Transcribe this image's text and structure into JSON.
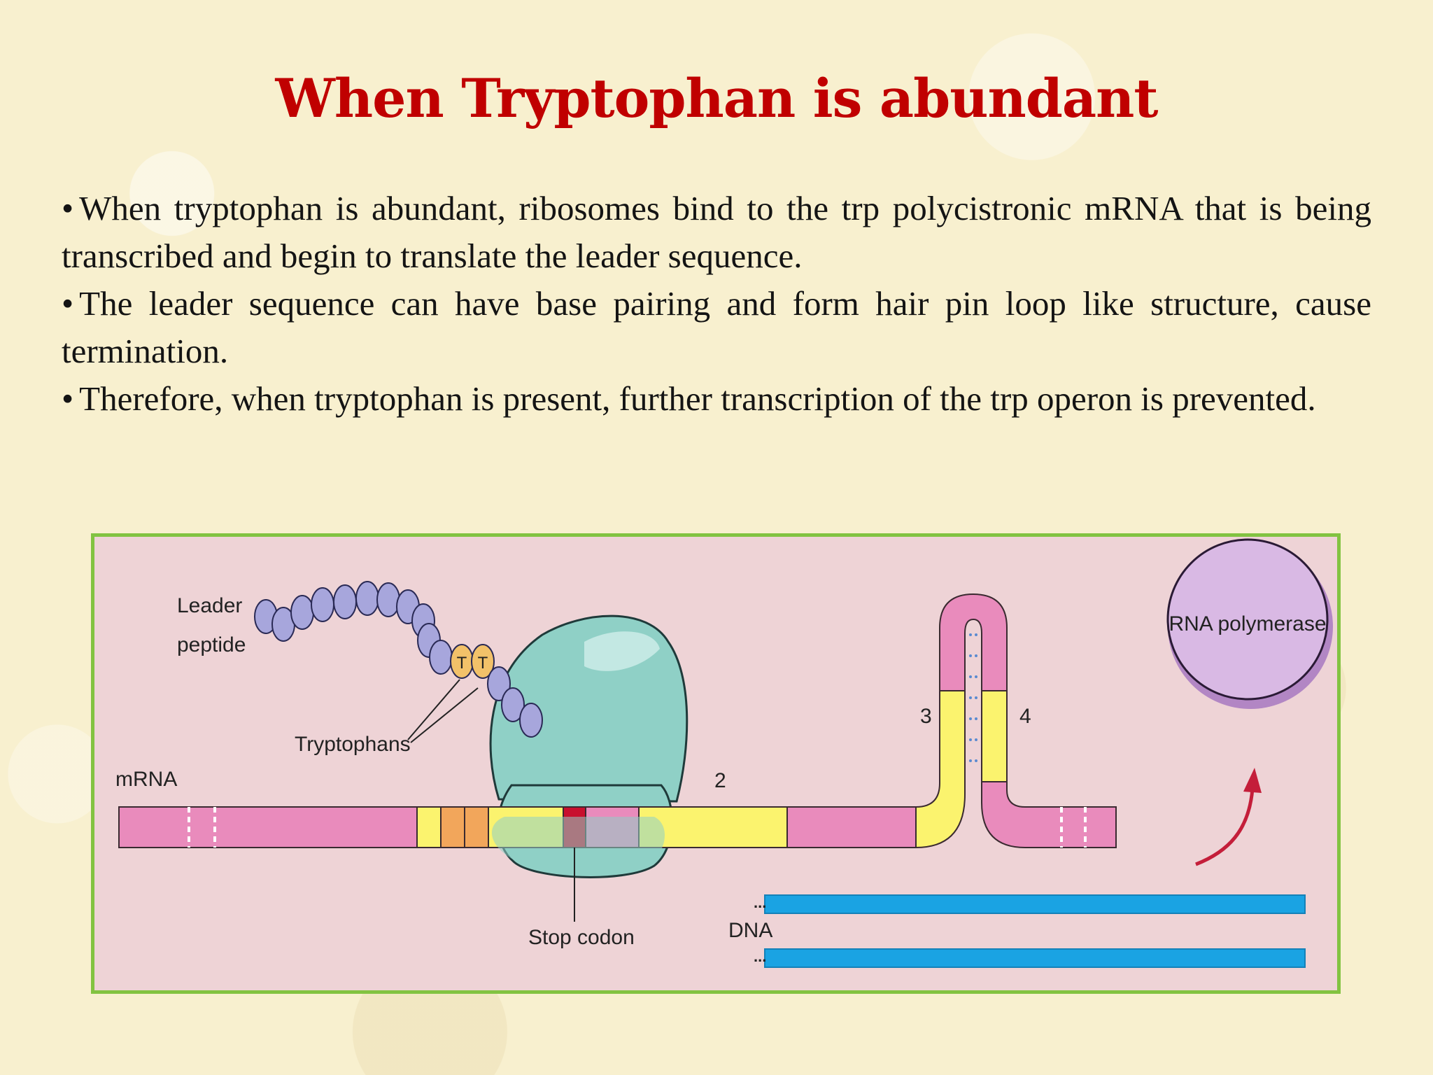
{
  "title": "When Tryptophan is abundant",
  "bullets": [
    {
      "marker": "•",
      "text": "When tryptophan is abundant, ribosomes bind to the trp polycistronic mRNA that is being transcribed and begin to translate the leader sequence."
    },
    {
      "marker": "•",
      "text": "The leader sequence can have base pairing and form hair pin loop like structure, cause termination."
    },
    {
      "marker": "•",
      "text": "Therefore, when tryptophan is present, further transcription of the trp operon is prevented."
    }
  ],
  "diagram": {
    "labels": {
      "leader_peptide_line1": "Leader",
      "leader_peptide_line2": "peptide",
      "tryptophans": "Tryptophans",
      "mrna": "mRNA",
      "region_2": "2",
      "region_3": "3",
      "region_4": "4",
      "rna_polymerase": "RNA polymerase",
      "stop_codon": "Stop codon",
      "dna": "DNA",
      "trp_residue_1": "T",
      "trp_residue_2": "T",
      "dna_ellipsis_top": "...",
      "dna_ellipsis_bottom": "..."
    },
    "colors": {
      "background": "#eed3d6",
      "border": "#82c341",
      "mrna_pink": "#e98bbc",
      "region_yellow": "#fbf36e",
      "region_orange": "#f2a65b",
      "stop_codon_red": "#c8102e",
      "ribosome_teal": "#8fd0c6",
      "peptide_lavender": "#a7a6dc",
      "tryptophan_gold": "#f2c169",
      "rna_polymerase_purple": "#d9b9e4",
      "dna_blue": "#1aa3e3",
      "arrow_red": "#c41e3a"
    }
  }
}
